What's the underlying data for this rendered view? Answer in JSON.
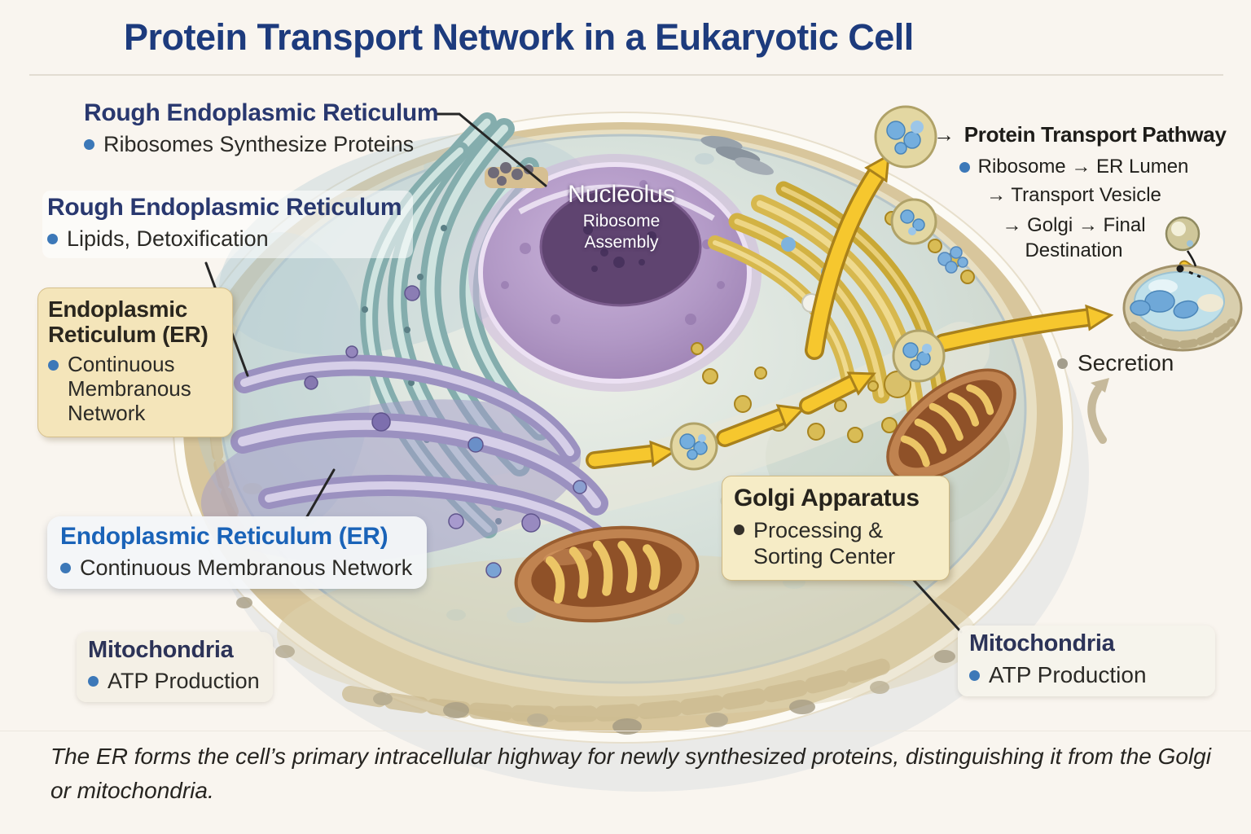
{
  "title": "Protein Transport Network in a Eukaryotic Cell",
  "labels": {
    "rough_er_ribosomes": {
      "heading": "Rough Endoplasmic Reticulum",
      "bullet": "Ribosomes Synthesize Proteins"
    },
    "rough_er_lipids": {
      "heading": "Rough Endoplasmic Reticulum",
      "bullet": "Lipids, Detoxification"
    },
    "er_callout_left": {
      "heading": "Endoplasmic Reticulum (ER)",
      "bullet": "Continuous Membranous Network"
    },
    "er_callout_lower": {
      "heading": "Endoplasmic Reticulum (ER)",
      "bullet": "Continuous Membranous Network"
    },
    "mitochondria_left": {
      "heading": "Mitochondria",
      "bullet": "ATP Production"
    },
    "nucleolus": {
      "name": "Nucleolus",
      "role": "Ribosome Assembly"
    },
    "golgi": {
      "heading": "Golgi Apparatus",
      "bullet": "Processing & Sorting Center"
    },
    "mitochondria_right": {
      "heading": "Mitochondria",
      "bullet": "ATP Production"
    },
    "secretion": {
      "text": "Secretion"
    }
  },
  "pathway": {
    "arrow_glyph": "→",
    "heading": "Protein Transport Pathway",
    "steps": [
      "Ribosome → ER Lumen",
      "→ Transport Vesicle",
      "→ Golgi → Final Destination"
    ]
  },
  "caption": "The ER forms the cell’s primary intracellular highway for newly synthesized proteins, distinguishing it from the Golgi or mitochondria.",
  "colors": {
    "title_navy": "#1d3b7d",
    "heading_navy": "#29386f",
    "heading_blue": "#1a63b8",
    "bullet_blue": "#3c78b8",
    "callout_tan_bg": "#f4e5ba",
    "arrow_yellow": "#f6c72e",
    "nucleus_purple": "#b299c6",
    "nucleolus_purple": "#5f4470",
    "er_teal": "#84adad",
    "er_purple": "#9b91c0",
    "golgi_gold": "#d7b84e",
    "mitochondrion_brown": "#c08350"
  }
}
